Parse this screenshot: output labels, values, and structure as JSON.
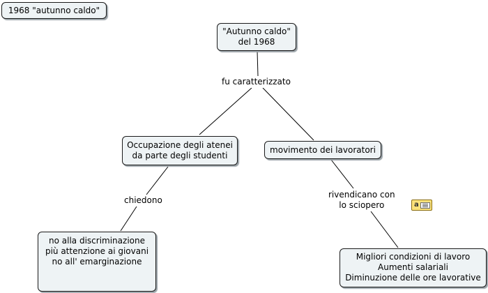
{
  "map_title": "1968 \"autunno caldo\"",
  "nodes": {
    "root": [
      "\"Autunno caldo\"",
      "del 1968"
    ],
    "occupation": [
      "Occupazione degli atenei",
      "da parte degli studenti"
    ],
    "workers_movement": [
      "movimento dei lavoratori"
    ],
    "student_demands": [
      "no alla discriminazione",
      "più attenzione ai giovani",
      "no all' emarginazione"
    ],
    "worker_demands": [
      "Migliori condizioni di lavoro",
      "Aumenti salariali",
      "Diminuzione delle ore lavorative"
    ]
  },
  "link_labels": {
    "characterized": "fu caratterizzato",
    "ask": "chiedono",
    "claim": [
      "rivendicano con",
      "lo sciopero"
    ]
  },
  "icons": {
    "note": "annotation-note-icon"
  },
  "colors": {
    "node_fill": "#eef3f5",
    "node_border": "#1a1a1a",
    "line": "#000000",
    "note_icon_fill": "#fbe27a"
  }
}
